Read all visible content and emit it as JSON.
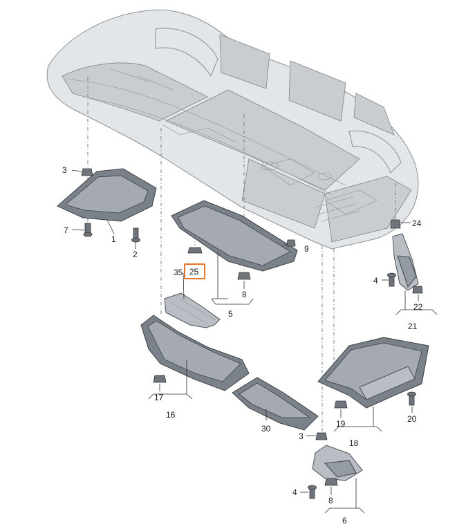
{
  "diagram": {
    "highlight_color": "#e8752a",
    "callouts": [
      {
        "id": "c-3a",
        "text": "3"
      },
      {
        "id": "c-7",
        "text": "7"
      },
      {
        "id": "c-1",
        "text": "1"
      },
      {
        "id": "c-2",
        "text": "2"
      },
      {
        "id": "c-35",
        "text": "35"
      },
      {
        "id": "c-25",
        "text": "25"
      },
      {
        "id": "c-9",
        "text": "9"
      },
      {
        "id": "c-8a",
        "text": "8"
      },
      {
        "id": "c-5",
        "text": "5"
      },
      {
        "id": "c-24",
        "text": "24"
      },
      {
        "id": "c-4a",
        "text": "4"
      },
      {
        "id": "c-22",
        "text": "22"
      },
      {
        "id": "c-21",
        "text": "21"
      },
      {
        "id": "c-17",
        "text": "17"
      },
      {
        "id": "c-16",
        "text": "16"
      },
      {
        "id": "c-30",
        "text": "30"
      },
      {
        "id": "c-19",
        "text": "19"
      },
      {
        "id": "c-20",
        "text": "20"
      },
      {
        "id": "c-18",
        "text": "18"
      },
      {
        "id": "c-3b",
        "text": "3"
      },
      {
        "id": "c-4b",
        "text": "4"
      },
      {
        "id": "c-8b",
        "text": "8"
      },
      {
        "id": "c-6",
        "text": "6"
      }
    ]
  }
}
